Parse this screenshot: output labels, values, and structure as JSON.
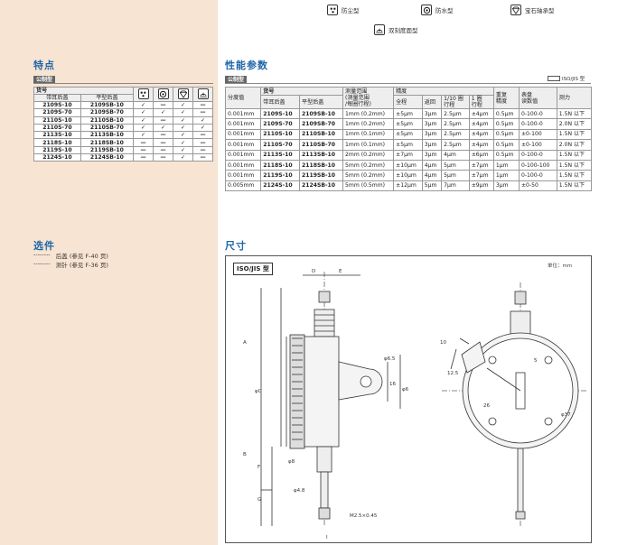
{
  "legend": [
    {
      "icon": "dustproof-icon",
      "label": "防尘型"
    },
    {
      "icon": "waterproof-icon",
      "label": "防水型"
    },
    {
      "icon": "jewel-bearing-icon",
      "label": "宝石轴承型"
    },
    {
      "icon": "dual-scale-icon",
      "label": "双刻度面型"
    }
  ],
  "features": {
    "title": "特点",
    "tag": "公制型",
    "header_code": "货号",
    "col_lug": "带耳后盖",
    "col_flat": "平型后盖",
    "rows": [
      {
        "lug": "2109S-10",
        "flat": "2109SB-10",
        "c1": "✓",
        "c2": "—",
        "c3": "✓",
        "c4": "—"
      },
      {
        "lug": "2109S-70",
        "flat": "2109SB-70",
        "c1": "✓",
        "c2": "✓",
        "c3": "✓",
        "c4": "—"
      },
      {
        "lug": "2110S-10",
        "flat": "2110SB-10",
        "c1": "✓",
        "c2": "—",
        "c3": "✓",
        "c4": "✓"
      },
      {
        "lug": "2110S-70",
        "flat": "2110SB-70",
        "c1": "✓",
        "c2": "✓",
        "c3": "✓",
        "c4": "✓"
      },
      {
        "lug": "2113S-10",
        "flat": "2113SB-10",
        "c1": "✓",
        "c2": "—",
        "c3": "✓",
        "c4": "—"
      },
      {
        "lug": "2118S-10",
        "flat": "2118SB-10",
        "c1": "—",
        "c2": "—",
        "c3": "✓",
        "c4": "—"
      },
      {
        "lug": "2119S-10",
        "flat": "2119SB-10",
        "c1": "—",
        "c2": "—",
        "c3": "✓",
        "c4": "—"
      },
      {
        "lug": "2124S-10",
        "flat": "2124SB-10",
        "c1": "—",
        "c2": "—",
        "c3": "✓",
        "c4": "—"
      }
    ]
  },
  "specs": {
    "title": "性能参数",
    "tag": "公制型",
    "iso_label": "ISO/JIS 型",
    "headers": {
      "resolution": "分度值",
      "code": "货号",
      "lug": "带耳后盖",
      "flat": "平型后盖",
      "range": "测量范围",
      "range2": "(测量范围",
      "range3": "/每圈行程)",
      "accuracy": "精度",
      "full": "全程",
      "retrace": "返回",
      "tenth": "1/10 圈",
      "tenth2": "行程",
      "onerev": "1 圈",
      "onerev2": "行程",
      "repeat": "重复",
      "repeat2": "精度",
      "dial": "表盘",
      "dial2": "读数值",
      "force": "测力"
    },
    "rows": [
      {
        "res": "0.001mm",
        "lug": "2109S-10",
        "flat": "2109SB-10",
        "range": "1mm (0.2mm)",
        "full": "±5μm",
        "ret": "3μm",
        "tenth": "2.5μm",
        "one": "±4μm",
        "rep": "0.5μm",
        "dial": "0-100-0",
        "force": "1.5N 以下"
      },
      {
        "res": "0.001mm",
        "lug": "2109S-70",
        "flat": "2109SB-70",
        "range": "1mm (0.2mm)",
        "full": "±5μm",
        "ret": "3μm",
        "tenth": "2.5μm",
        "one": "±4μm",
        "rep": "0.5μm",
        "dial": "0-100-0",
        "force": "2.0N 以下"
      },
      {
        "res": "0.001mm",
        "lug": "2110S-10",
        "flat": "2110SB-10",
        "range": "1mm (0.1mm)",
        "full": "±5μm",
        "ret": "3μm",
        "tenth": "2.5μm",
        "one": "±4μm",
        "rep": "0.5μm",
        "dial": "±0-100",
        "force": "1.5N 以下"
      },
      {
        "res": "0.001mm",
        "lug": "2110S-70",
        "flat": "2110SB-70",
        "range": "1mm (0.1mm)",
        "full": "±5μm",
        "ret": "3μm",
        "tenth": "2.5μm",
        "one": "±4μm",
        "rep": "0.5μm",
        "dial": "±0-100",
        "force": "2.0N 以下"
      },
      {
        "res": "0.001mm",
        "lug": "2113S-10",
        "flat": "2113SB-10",
        "range": "2mm (0.2mm)",
        "full": "±7μm",
        "ret": "3μm",
        "tenth": "4μm",
        "one": "±6μm",
        "rep": "0.5μm",
        "dial": "0-100-0",
        "force": "1.5N 以下"
      },
      {
        "res": "0.001mm",
        "lug": "2118S-10",
        "flat": "2118SB-10",
        "range": "5mm (0.2mm)",
        "full": "±10μm",
        "ret": "4μm",
        "tenth": "5μm",
        "one": "±7μm",
        "rep": "1μm",
        "dial": "0-100-100",
        "force": "1.5N 以下"
      },
      {
        "res": "0.001mm",
        "lug": "2119S-10",
        "flat": "2119SB-10",
        "range": "5mm (0.2mm)",
        "full": "±10μm",
        "ret": "4μm",
        "tenth": "5μm",
        "one": "±7μm",
        "rep": "1μm",
        "dial": "0-100-0",
        "force": "1.5N 以下"
      },
      {
        "res": "0.005mm",
        "lug": "2124S-10",
        "flat": "2124SB-10",
        "range": "5mm (0.5mm)",
        "full": "±12μm",
        "ret": "5μm",
        "tenth": "7μm",
        "one": "±9μm",
        "rep": "3μm",
        "dial": "±0-50",
        "force": "1.5N 以下"
      }
    ]
  },
  "options": {
    "title": "选件",
    "items": [
      {
        "dash": "--------",
        "text": "后盖 (参见 F-40 页)"
      },
      {
        "dash": "--------",
        "text": "测针 (参见 F-36 页)"
      }
    ]
  },
  "dimensions": {
    "title": "尺寸",
    "box_label": "ISO/JIS 型",
    "unit": "单位：mm",
    "labels": {
      "D": "D",
      "E": "E",
      "A": "A",
      "B": "B",
      "F": "F",
      "G": "G",
      "I": "I",
      "phi_c": "φC",
      "phi65": "φ6.5",
      "phi8": "φ8",
      "phi48": "φ4.8",
      "thread": "M2.5×0.45",
      "h16": "16",
      "phi6": "φ6",
      "d10": "10",
      "d125": "12.5",
      "d5": "5",
      "d26": "26",
      "d37": "φ37"
    }
  },
  "colors": {
    "accent": "#1f66a8",
    "sidebar": "#f8e4d2"
  }
}
